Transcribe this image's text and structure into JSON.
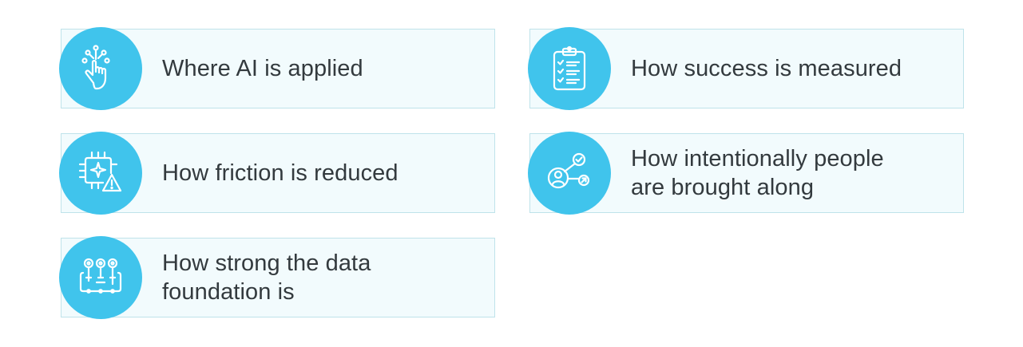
{
  "items": [
    {
      "label": "Where AI is applied",
      "icon": "hand-touch-network-icon"
    },
    {
      "label": "How success is measured",
      "icon": "clipboard-checklist-icon"
    },
    {
      "label": "How friction is reduced",
      "icon": "chip-warning-icon"
    },
    {
      "label": "How intentionally people\nare brought along",
      "icon": "people-network-icon"
    },
    {
      "label": "How strong the data\nfoundation is",
      "icon": "data-circuit-icon"
    }
  ],
  "colors": {
    "circle": "#40c4ec",
    "card_bg": "#f2fbfd",
    "card_border": "#bfe3ea",
    "text": "#333a3e"
  }
}
